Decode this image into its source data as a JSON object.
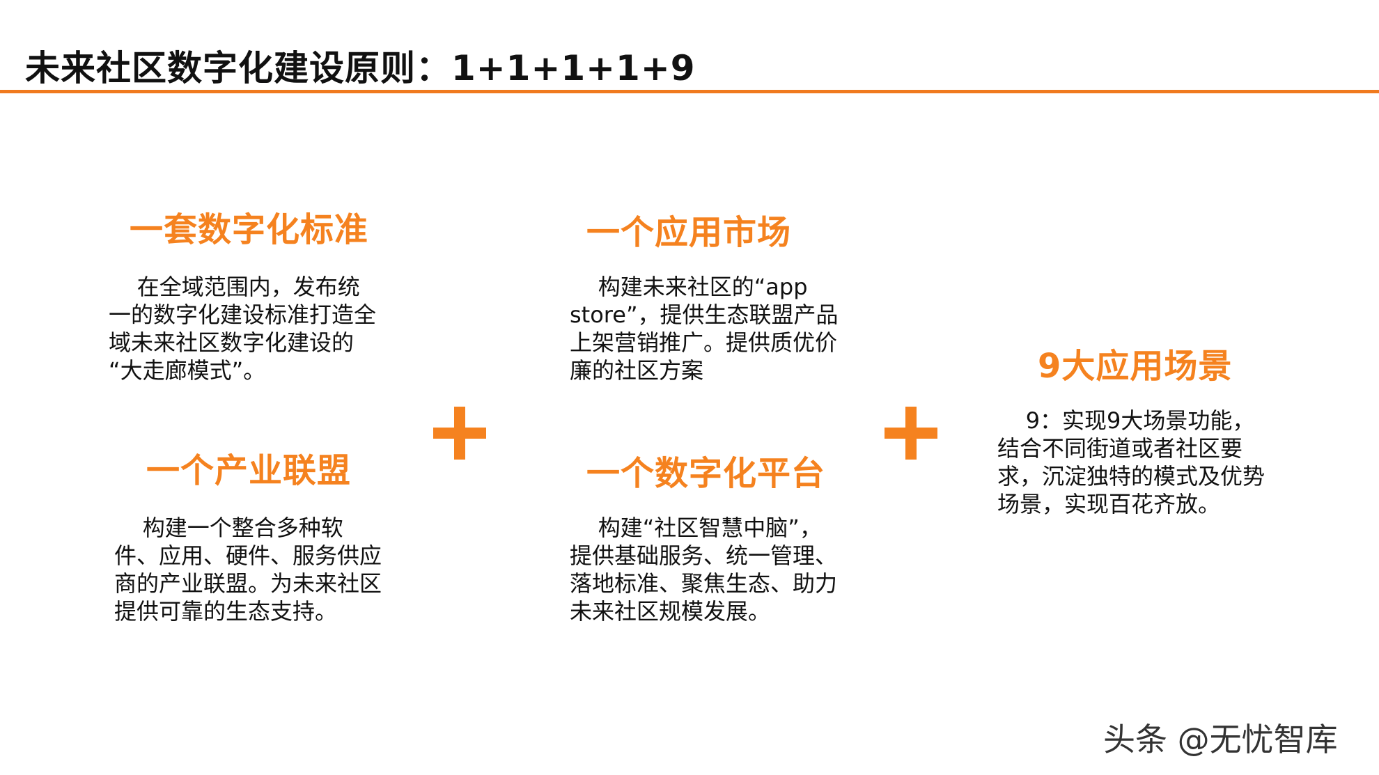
{
  "page": {
    "title": "未来社区数字化建设原则：1+1+1+1+9"
  },
  "sections": {
    "standard": {
      "heading": "一套数字化标准",
      "body": "    在全域范围内，发布统\n一的数字化建设标准打造全\n域未来社区数字化建设的\n“大走廊模式”。"
    },
    "alliance": {
      "heading": "一个产业联盟",
      "body": "    构建一个整合多种软\n件、应用、硬件、服务供应\n商的产业联盟。为未来社区\n提供可靠的生态支持。"
    },
    "market": {
      "heading": "一个应用市场",
      "body": "    构建未来社区的“app\nstore”，提供生态联盟产品\n上架营销推广。提供质优价\n廉的社区方案"
    },
    "platform": {
      "heading": "一个数字化平台",
      "body": "    构建“社区智慧中脑”，\n提供基础服务、统一管理、\n落地标准、聚焦生态、助力\n未来社区规模发展。"
    },
    "scenes": {
      "heading": "9大应用场景",
      "body": "    9：实现9大场景功能，\n结合不同街道或者社区要\n求，沉淀独特的模式及优势\n场景，实现百花齐放。"
    }
  },
  "watermark": "头条 @无忧智库",
  "colors": {
    "accent": "#f5821f",
    "rule": "#f07a1e",
    "text": "#111111"
  },
  "icons": [
    "plus-icon",
    "plus-icon"
  ]
}
